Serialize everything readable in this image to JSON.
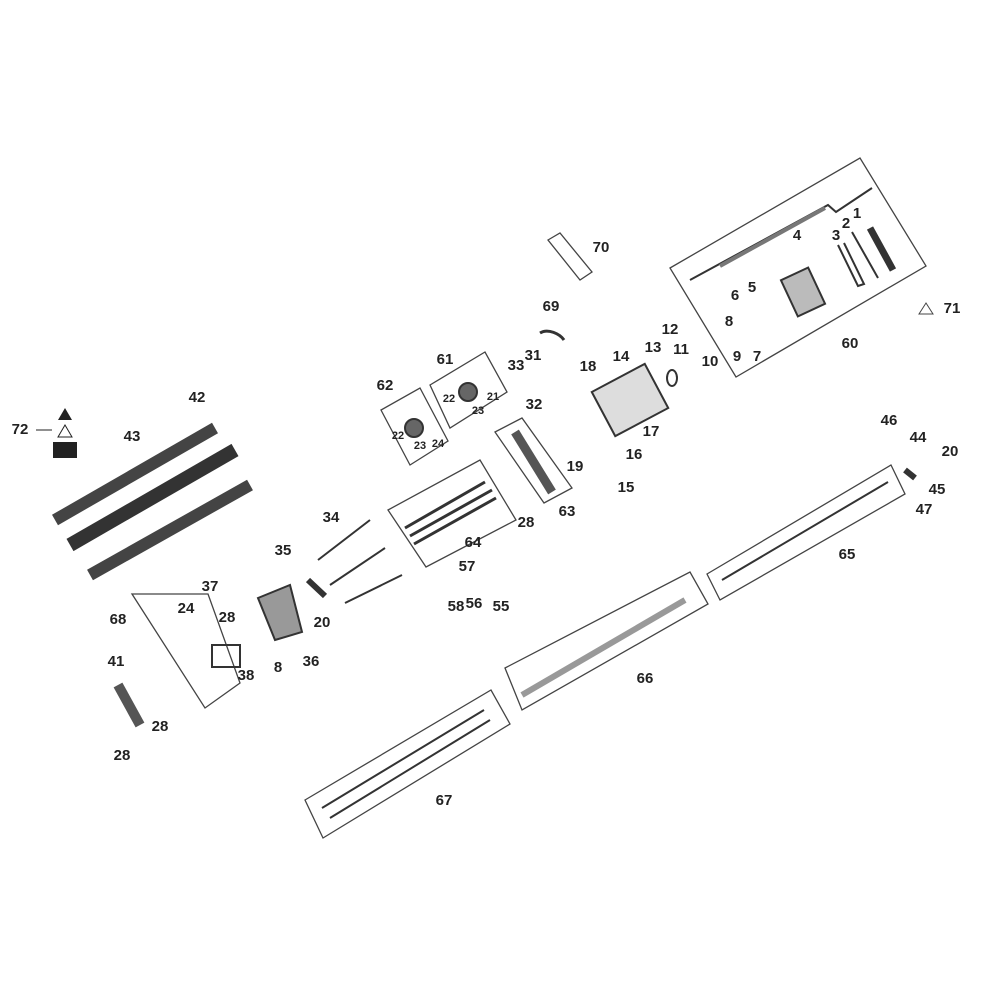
{
  "diagram": {
    "type": "exploded parts diagram",
    "labels": [
      "1",
      "2",
      "3",
      "4",
      "5",
      "6",
      "7",
      "8",
      "9",
      "60",
      "71",
      "70",
      "69",
      "12",
      "13",
      "11",
      "10",
      "14",
      "18",
      "31",
      "33",
      "32",
      "61",
      "62",
      "22",
      "21",
      "23",
      "22",
      "23",
      "24",
      "17",
      "16",
      "15",
      "19",
      "63",
      "28",
      "64",
      "42",
      "43",
      "72",
      "46",
      "44",
      "20",
      "45",
      "47",
      "65",
      "34",
      "35",
      "57",
      "58",
      "56",
      "55",
      "20",
      "37",
      "28",
      "24",
      "68",
      "8",
      "36",
      "38",
      "41",
      "28",
      "28",
      "66",
      "67"
    ],
    "colors": {
      "line": "#333333",
      "fill": "#555555",
      "warning": "#222222"
    }
  }
}
